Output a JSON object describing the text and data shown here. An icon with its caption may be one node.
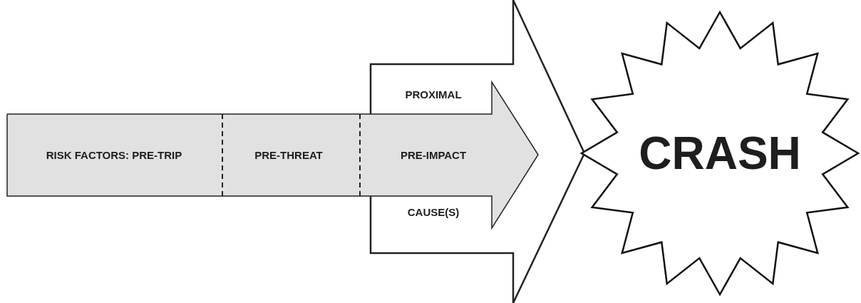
{
  "diagram": {
    "nodes": [
      {
        "text": [
          "RISK FACTORS: PRE-TRIP"
        ]
      },
      {
        "text": [
          "PRE-THREAT"
        ]
      },
      {
        "text": [
          "PROXIMAL",
          "CAUSE(S)"
        ]
      },
      {
        "text": [
          "PRE-IMPACT"
        ]
      },
      {
        "text": [
          "CRASH"
        ]
      }
    ]
  }
}
